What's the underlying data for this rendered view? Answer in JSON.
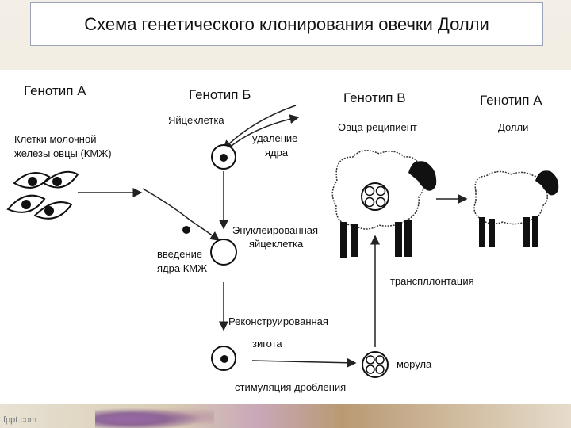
{
  "title": "Схема генетического клонирования овечки Долли",
  "columns": {
    "genotype_a": "Генотип А",
    "genotype_b": "Генотип Б",
    "genotype_v": "Генотип В",
    "genotype_a2": "Генотип А"
  },
  "labels": {
    "kmzh_line1": "Клетки молочной",
    "kmzh_line2": "железы овцы (КМЖ)",
    "egg": "Яйцеклетка",
    "removal_line1": "удаление",
    "removal_line2": "ядра",
    "enucleated_line1": "Энуклеированная",
    "enucleated_line2": "яйцеклетка",
    "injection_line1": "введение",
    "injection_line2": "ядра КМЖ",
    "reconstructed_line1": "Реконструированная",
    "reconstructed_line2": "зигота",
    "stimulation": "стимуляция дробления",
    "morula": "морула",
    "transplant": "транспллонтация",
    "recipient": "Овца-реципиент",
    "dolly": "Долли"
  },
  "watermark": "fppt.com"
}
